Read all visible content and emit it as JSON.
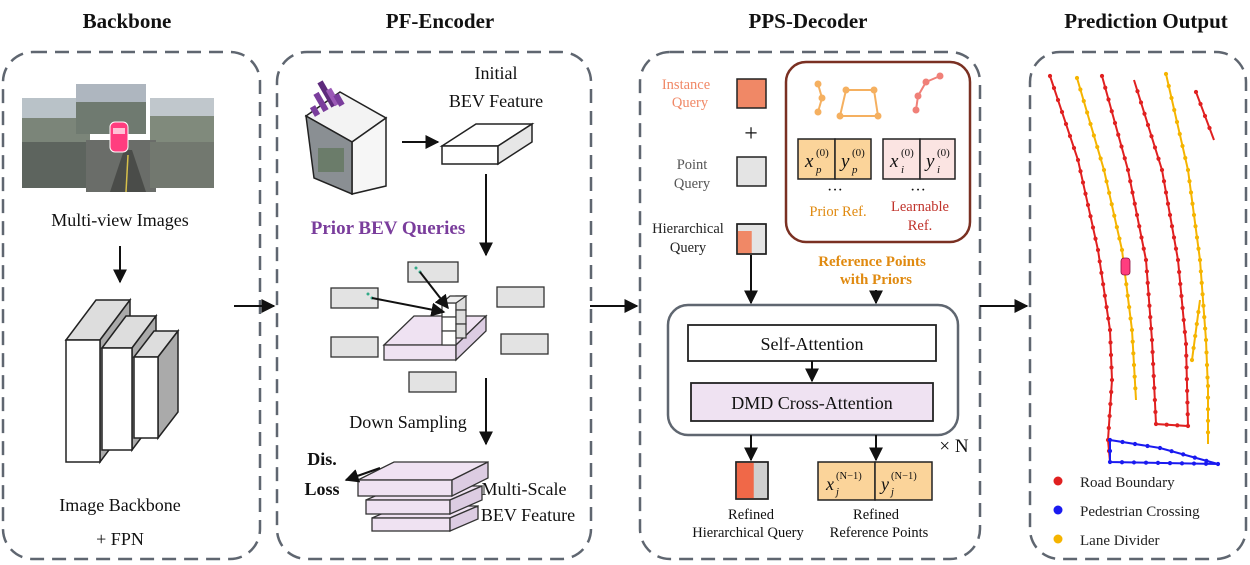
{
  "sections": {
    "backbone": "Backbone",
    "encoder": "PF-Encoder",
    "decoder": "PPS-Decoder",
    "output": "Prediction Output"
  },
  "backbone": {
    "input_label": "Multi-view Images",
    "net_label_1": "Image Backbone",
    "net_label_2": "+ FPN"
  },
  "encoder": {
    "initial_1": "Initial",
    "initial_2": "BEV Feature",
    "prior_queries": "Prior BEV Queries",
    "down_sampling": "Down Sampling",
    "loss_1": "Dis.",
    "loss_2": "Loss",
    "multiscale_1": "Multi-Scale",
    "multiscale_2": "BEV Feature"
  },
  "decoder": {
    "instance_1": "Instance",
    "instance_2": "Query",
    "plus": "+",
    "point_1": "Point",
    "point_2": "Query",
    "hier_1": "Hierarchical",
    "hier_2": "Query",
    "prior_ref": "Prior Ref.",
    "learnable_1": "Learnable",
    "learnable_2": "Ref.",
    "dots": "···",
    "refpts_1": "Reference Points",
    "refpts_2": "with Priors",
    "self_attn": "Self-Attention",
    "cross_attn": "DMD Cross-Attention",
    "times_n": "× N",
    "refined_hq_1": "Refined",
    "refined_hq_2": "Hierarchical Query",
    "refined_rp_1": "Refined",
    "refined_rp_2": "Reference Points",
    "xp": "x",
    "xp_sup": "(0)",
    "xp_sub": "p",
    "yp": "y",
    "yp_sup": "(0)",
    "yp_sub": "p",
    "xi": "x",
    "xi_sup": "(0)",
    "xi_sub": "i",
    "yi": "y",
    "yi_sup": "(0)",
    "yi_sub": "i",
    "xj": "x",
    "xj_sup": "(N−1)",
    "xj_sub": "j",
    "yj": "y",
    "yj_sup": "(N−1)",
    "yj_sub": "j"
  },
  "legend": [
    {
      "label": "Road Boundary",
      "color": "#e02020"
    },
    {
      "label": "Pedestrian Crossing",
      "color": "#1a1af0"
    },
    {
      "label": "Lane Divider",
      "color": "#f5b400"
    }
  ],
  "colors": {
    "prior_purple": "#7a3d9c",
    "ref_orange": "#e08a10",
    "instance_fill": "#f08866",
    "learnable_red": "#c0332b",
    "ref_cell_fill": "#fbd49a",
    "pink_cell": "#fbe4e2",
    "bev_lilac": "#efe2f2"
  }
}
